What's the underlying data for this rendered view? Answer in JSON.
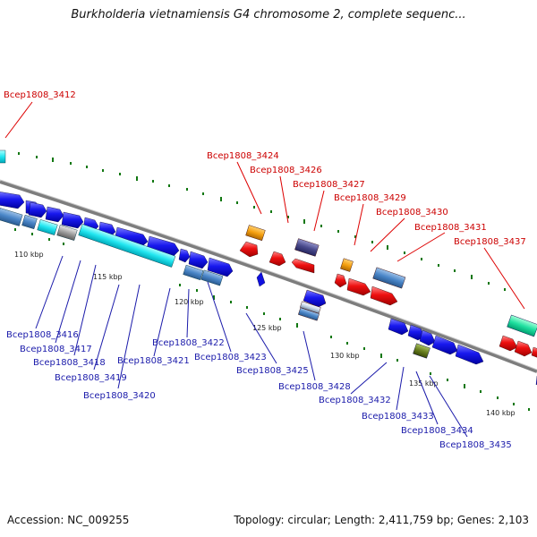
{
  "title": "Burkholderia vietnamiensis G4 chromosome 2, complete sequenc...",
  "footer": {
    "accession": "Accession: NC_009255",
    "summary": "Topology: circular; Length: 2,411,759 bp; Genes: 2,103"
  },
  "scale_labels": [
    "110 kbp",
    "115 kbp",
    "120 kbp",
    "125 kbp",
    "130 kbp",
    "135 kbp",
    "140 kbp"
  ],
  "top_labels": [
    "Bcep1808_3412",
    "Bcep1808_3424",
    "Bcep1808_3426",
    "Bcep1808_3427",
    "Bcep1808_3429",
    "Bcep1808_3430",
    "Bcep1808_3431",
    "Bcep1808_3437"
  ],
  "bottom_labels": [
    "Bcep1808_3416",
    "Bcep1808_3417",
    "Bcep1808_3418",
    "Bcep1808_3419",
    "Bcep1808_3420",
    "Bcep1808_3421",
    "Bcep1808_3422",
    "Bcep1808_3423",
    "Bcep1808_3425",
    "Bcep1808_3428",
    "Bcep1808_3432",
    "Bcep1808_3433",
    "Bcep1808_3434",
    "Bcep1808_3435"
  ],
  "colors": {
    "forward_gene": "#1010e0",
    "reverse_gene": "#ee0000",
    "rna_gene": "#00e0e8",
    "backbone": "#888888",
    "tick": "#117711"
  }
}
